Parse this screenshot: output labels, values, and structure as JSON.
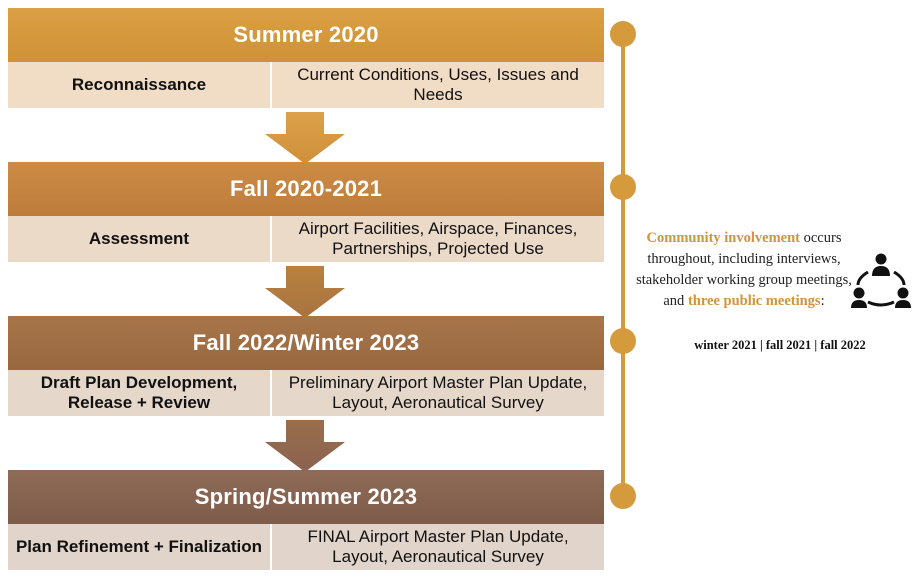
{
  "phases": [
    {
      "date": "Summer 2020",
      "name": "Reconnaissance",
      "description": "Current Conditions, Uses, Issues and Needs",
      "color": "#d59a3c"
    },
    {
      "date": "Fall 2020-2021",
      "name": "Assessment",
      "description": "Airport Facilities, Airspace, Finances, Partnerships,  Projected Use",
      "color": "#c68441"
    },
    {
      "date": "Fall 2022/Winter 2023",
      "name": "Draft Plan Development, Release + Review",
      "description": "Preliminary Airport Master Plan Update, Layout, Aeronautical Survey",
      "color": "#a06f45"
    },
    {
      "date": "Spring/Summer 2023",
      "name": "Plan Refinement + Finalization",
      "description": "FINAL Airport Master Plan Update, Layout, Aeronautical Survey",
      "color": "#876350"
    }
  ],
  "community": {
    "heading": "Community involvement",
    "text_1": " occurs throughout, including interviews, stakeholder working group meetings, and ",
    "highlight": "three public meetings",
    "text_2": ":",
    "schedule": "winter 2021 | fall 2021 | fall 2022",
    "icon": "community-group-icon",
    "accent_color": "#d5923a"
  },
  "timeline": {
    "color": "#d59a3c"
  }
}
